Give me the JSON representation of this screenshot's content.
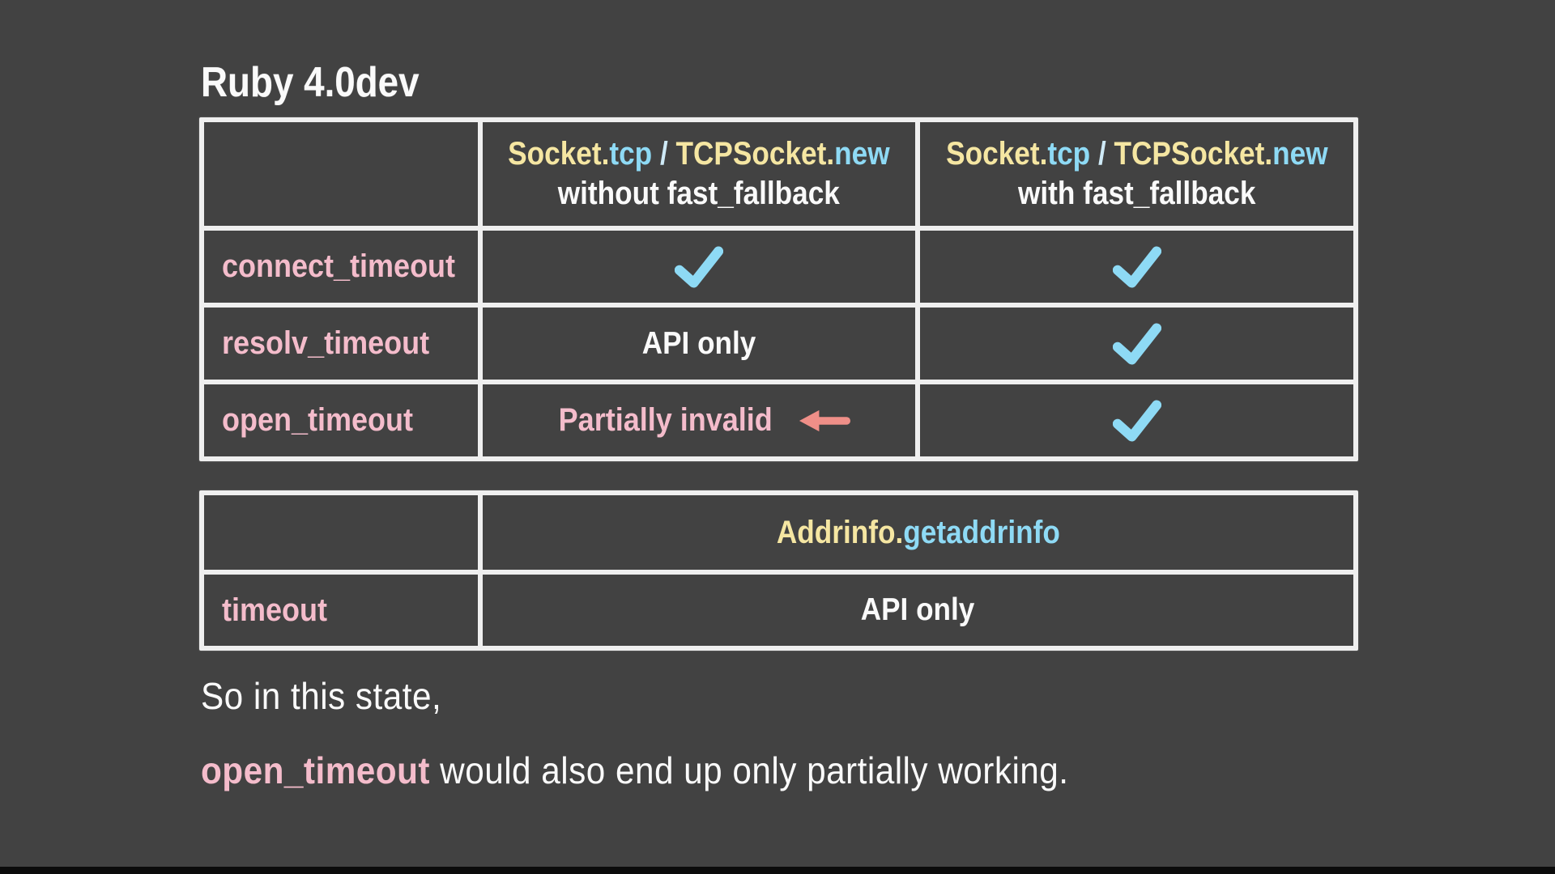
{
  "slide": {
    "title": "Ruby 4.0dev",
    "footer_line1": "So in this state,",
    "footer_line2_highlight": "open_timeout",
    "footer_line2_rest": " would also end up only partially working."
  },
  "colors": {
    "background": "#424242",
    "chalk_white": "#efefef",
    "pink": "#f4bccb",
    "yellow": "#f5e6a2",
    "blue": "#8edaf5",
    "salmon_arrow": "#ef8f88",
    "bottom_bar": "#0b0b0b"
  },
  "matrix_table": {
    "col_headers": [
      {
        "code": [
          {
            "text": "Socket.",
            "color": "yellow"
          },
          {
            "text": "tcp",
            "color": "blue"
          },
          {
            "text": " / ",
            "color": "slash"
          },
          {
            "text": "TCPSocket.",
            "color": "yellow"
          },
          {
            "text": "new",
            "color": "blue"
          }
        ],
        "subtitle": "without fast_fallback"
      },
      {
        "code": [
          {
            "text": "Socket.",
            "color": "yellow"
          },
          {
            "text": "tcp",
            "color": "blue"
          },
          {
            "text": " / ",
            "color": "slash"
          },
          {
            "text": "TCPSocket.",
            "color": "yellow"
          },
          {
            "text": "new",
            "color": "blue"
          }
        ],
        "subtitle": "with fast_fallback"
      }
    ],
    "rows": [
      {
        "label": "connect_timeout",
        "cells": [
          {
            "type": "check"
          },
          {
            "type": "check"
          }
        ]
      },
      {
        "label": "resolv_timeout",
        "cells": [
          {
            "type": "text",
            "text": "API only"
          },
          {
            "type": "check"
          }
        ]
      },
      {
        "label": "open_timeout",
        "cells": [
          {
            "type": "text-with-arrow",
            "text": "Partially invalid",
            "arrow": "left-arrow-icon"
          },
          {
            "type": "check"
          }
        ]
      }
    ]
  },
  "addrinfo_table": {
    "header_code": [
      {
        "text": "Addrinfo.",
        "color": "yellow"
      },
      {
        "text": "getaddrinfo",
        "color": "blue"
      }
    ],
    "rows": [
      {
        "label": "timeout",
        "value": "API only"
      }
    ]
  },
  "icons": {
    "check": "check-icon",
    "arrow": "left-arrow-icon"
  }
}
